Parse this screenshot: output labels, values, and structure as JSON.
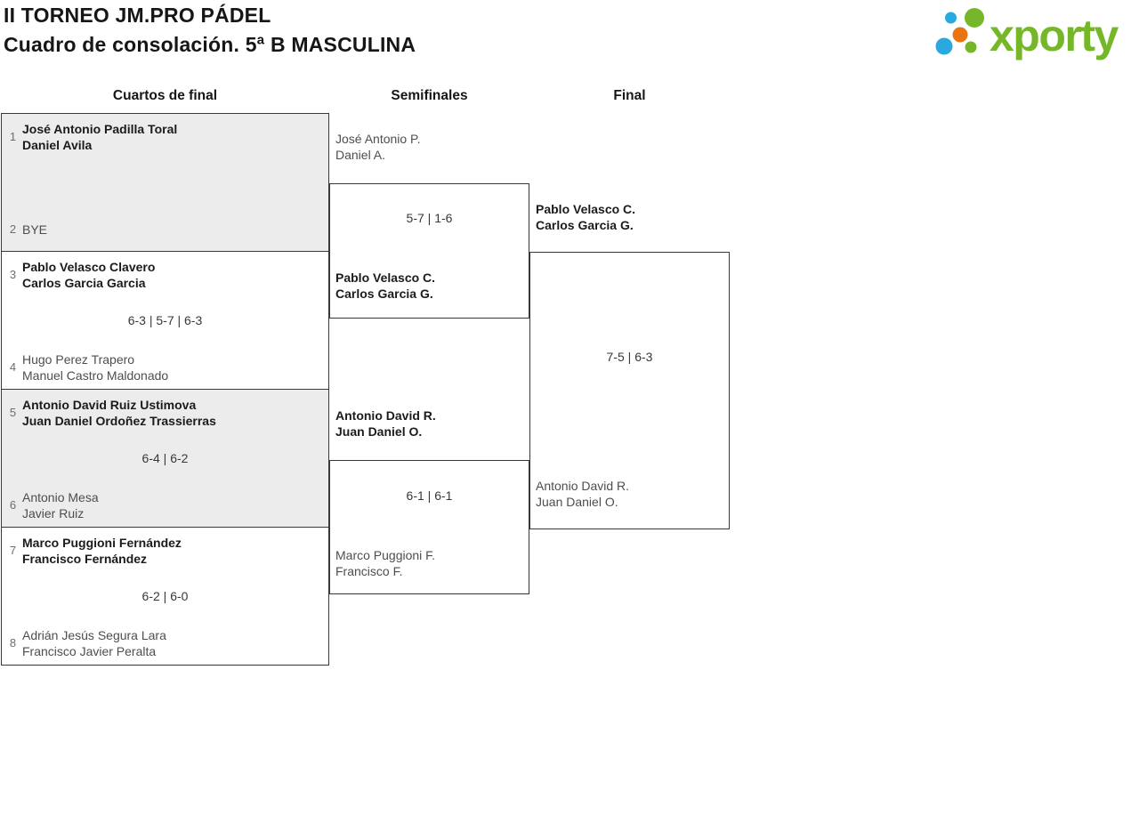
{
  "header": {
    "title_line1": "II TORNEO JM.PRO PÁDEL",
    "title_line2": "Cuadro de consolación. 5ª B MASCULINA",
    "logo_text": "xporty"
  },
  "colors": {
    "logo_green": "#76b72a",
    "logo_blue": "#2aa9e0",
    "logo_orange": "#e87511",
    "bracket_border": "#383838",
    "alt_box_fill": "#ececec"
  },
  "rounds": {
    "quarterfinals_label": "Cuartos de final",
    "semifinals_label": "Semifinales",
    "final_label": "Final"
  },
  "quarterfinals": [
    {
      "seed_a": "1",
      "team_a_line1": "José Antonio Padilla Toral",
      "team_a_line2": "Daniel Avila",
      "team_a_winner": true,
      "score": "",
      "seed_b": "2",
      "team_b_line1": "BYE",
      "team_b_line2": "",
      "team_b_winner": false
    },
    {
      "seed_a": "3",
      "team_a_line1": "Pablo Velasco Clavero",
      "team_a_line2": "Carlos Garcia Garcia",
      "team_a_winner": true,
      "score": "6-3 | 5-7 | 6-3",
      "seed_b": "4",
      "team_b_line1": "Hugo Perez Trapero",
      "team_b_line2": "Manuel Castro Maldonado",
      "team_b_winner": false
    },
    {
      "seed_a": "5",
      "team_a_line1": "Antonio David Ruiz Ustimova",
      "team_a_line2": "Juan Daniel Ordoñez Trassierras",
      "team_a_winner": true,
      "score": "6-4 | 6-2",
      "seed_b": "6",
      "team_b_line1": "Antonio Mesa",
      "team_b_line2": "Javier Ruiz",
      "team_b_winner": false
    },
    {
      "seed_a": "7",
      "team_a_line1": "Marco Puggioni Fernández",
      "team_a_line2": "Francisco Fernández",
      "team_a_winner": true,
      "score": "6-2 | 6-0",
      "seed_b": "8",
      "team_b_line1": "Adrián Jesús Segura Lara",
      "team_b_line2": "Francisco Javier Peralta",
      "team_b_winner": false
    }
  ],
  "semifinals": [
    {
      "team_a_line1": "José Antonio P.",
      "team_a_line2": "Daniel A.",
      "team_a_winner": false,
      "score": "5-7 | 1-6",
      "team_b_line1": "Pablo Velasco C.",
      "team_b_line2": "Carlos Garcia G.",
      "team_b_winner": true
    },
    {
      "team_a_line1": "Antonio David R.",
      "team_a_line2": "Juan Daniel O.",
      "team_a_winner": true,
      "score": "6-1 | 6-1",
      "team_b_line1": "Marco Puggioni F.",
      "team_b_line2": "Francisco F.",
      "team_b_winner": false
    }
  ],
  "final": {
    "team_a_line1": "Pablo Velasco C.",
    "team_a_line2": "Carlos Garcia G.",
    "team_a_winner": true,
    "score": "7-5 | 6-3",
    "team_b_line1": "Antonio David R.",
    "team_b_line2": "Juan Daniel O.",
    "team_b_winner": false
  }
}
